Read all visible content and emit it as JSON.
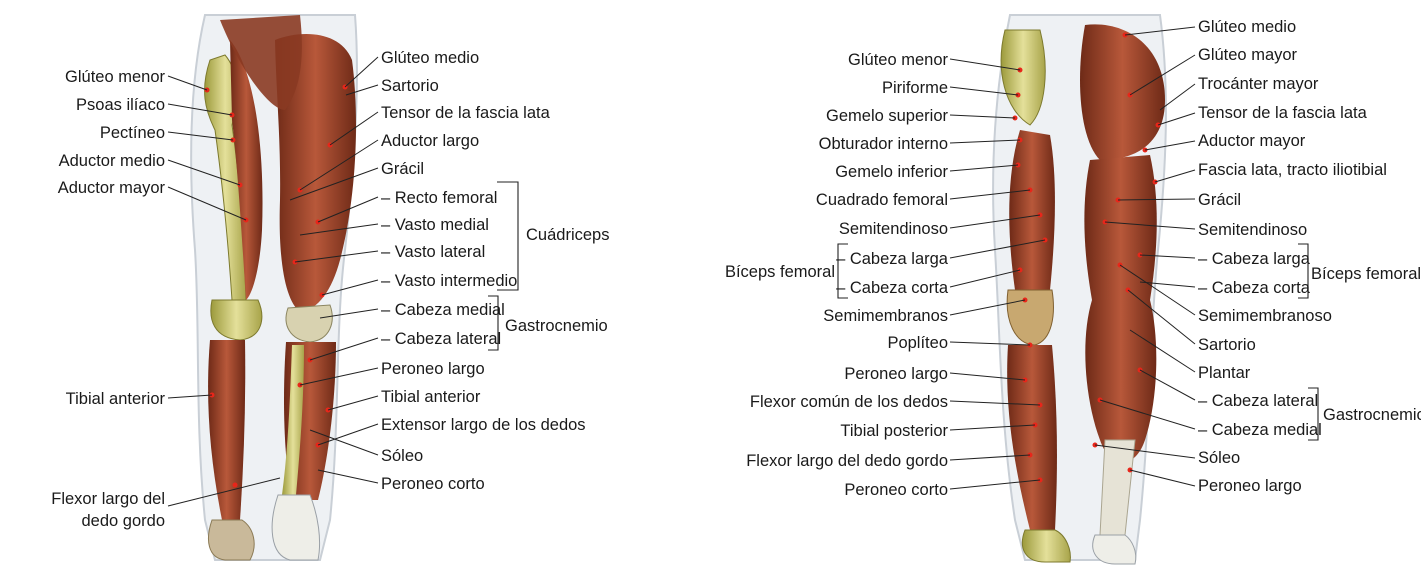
{
  "anterior": {
    "labels_left": [
      "Glúteo menor",
      "Psoas ilíaco",
      "Pectíneo",
      "Aductor medio",
      "Aductor mayor",
      "Tibial anterior",
      "Flexor largo del",
      "dedo gordo"
    ],
    "labels_right": [
      "Glúteo medio",
      "Sartorio",
      "Tensor de la fascia lata",
      "Aductor largo",
      "Grácil",
      "– Recto femoral",
      "– Vasto medial",
      "– Vasto lateral",
      "– Vasto intermedio",
      "– Cabeza medial",
      "– Cabeza lateral",
      "Peroneo largo",
      "Tibial anterior",
      "Extensor largo de los dedos",
      "Sóleo",
      "Peroneo corto"
    ],
    "group_quadriceps": "Cuádriceps",
    "group_gastrocnemius": "Gastrocnemio"
  },
  "posterior": {
    "labels_left": [
      "Glúteo menor",
      "Piriforme",
      "Gemelo superior",
      "Obturador interno",
      "Gemelo inferior",
      "Cuadrado femoral",
      "Semitendinoso",
      "– Cabeza larga",
      "– Cabeza corta",
      "Semimembranos",
      "Poplíteo",
      "Peroneo largo",
      "Flexor común de los dedos",
      "Tibial posterior",
      "Flexor largo del dedo gordo",
      "Peroneo corto"
    ],
    "group_biceps_left": "Bíceps femoral",
    "labels_right": [
      "Glúteo medio",
      "Glúteo mayor",
      "Trocánter mayor",
      "Tensor de la fascia lata",
      "Aductor mayor",
      "Fascia lata, tracto iliotibial",
      "Grácil",
      "Semitendinoso",
      "– Cabeza larga",
      "– Cabeza corta",
      "Semimembranoso",
      "Sartorio",
      "Plantar",
      "– Cabeza lateral",
      "– Cabeza medial",
      "Sóleo",
      "Peroneo largo"
    ],
    "group_biceps_right": "Bíceps femoral",
    "group_gastrocnemius": "Gastrocnemio"
  },
  "colors": {
    "muscle": "#a8482a",
    "muscle_dark": "#6e2a17",
    "bone": "#d8d27a",
    "tendon": "#e9e6da",
    "skin_outline": "#c9cfd6",
    "marker": "#e8261a"
  }
}
